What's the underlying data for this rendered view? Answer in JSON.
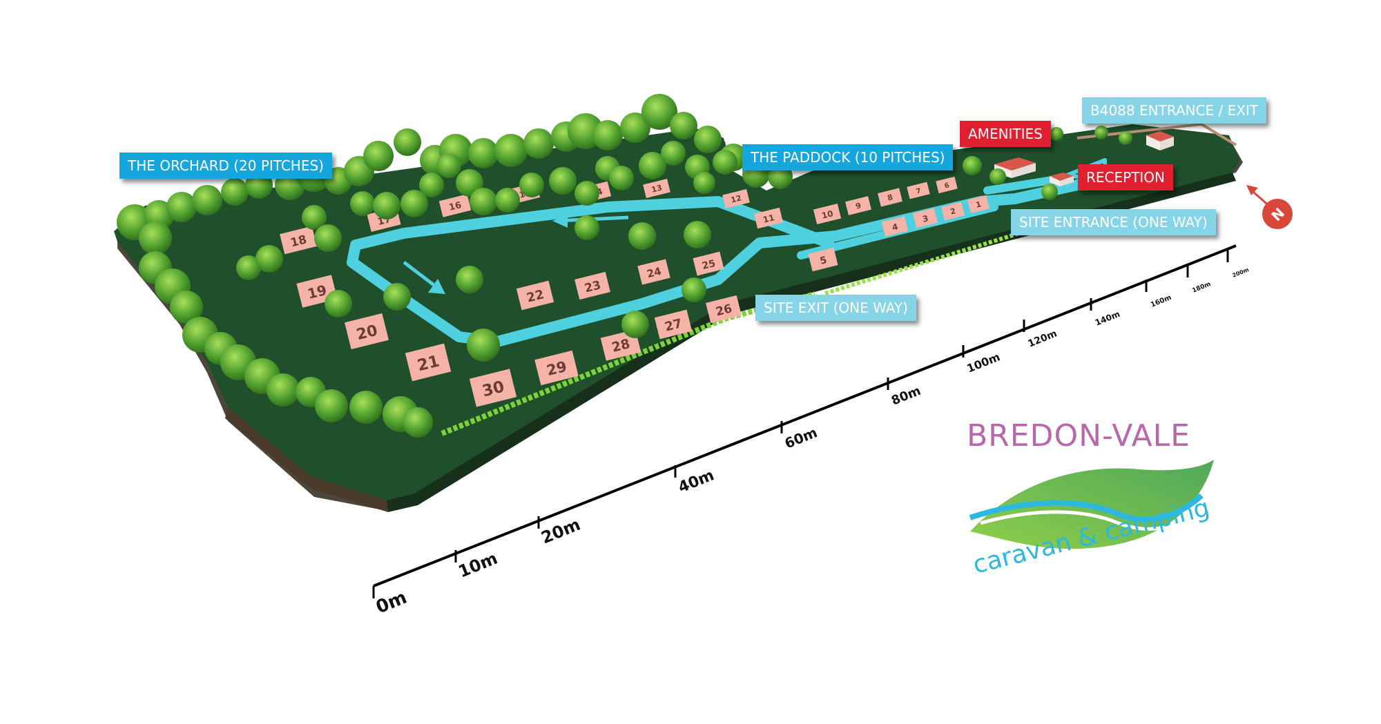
{
  "map": {
    "areas": {
      "orchard": "THE ORCHARD (20 PITCHES)",
      "paddock": "THE PADDOCK (10 PITCHES)"
    },
    "facilities": {
      "amenities": "AMENITIES",
      "reception": "RECEPTION",
      "road_access": "B4088 ENTRANCE / EXIT"
    },
    "routes": {
      "entrance": "SITE ENTRANCE (ONE WAY)",
      "exit": "SITE EXIT (ONE WAY)"
    },
    "pitches": [
      "1",
      "2",
      "3",
      "4",
      "5",
      "6",
      "7",
      "8",
      "9",
      "10",
      "11",
      "12",
      "13",
      "14",
      "15",
      "16",
      "17",
      "18",
      "19",
      "20",
      "21",
      "22",
      "23",
      "24",
      "25",
      "26",
      "27",
      "28",
      "29",
      "30"
    ],
    "compass": "N",
    "scale_labels": [
      "0m",
      "10m",
      "20m",
      "40m",
      "60m",
      "80m",
      "100m",
      "120m",
      "140m",
      "160m",
      "180m",
      "200m"
    ],
    "colors": {
      "grass": "#1f4f2b",
      "road": "#4fd0de",
      "pitch": "#f4b3a6",
      "callout_blue": "#14a6dc",
      "callout_lightblue": "#86d4e8",
      "callout_red": "#e0202e",
      "compass": "#d9473a"
    }
  },
  "logo": {
    "title": "BREDON-VALE",
    "subtitle": "caravan & camping",
    "colors": {
      "title": "#b867ab",
      "leaf": "#7cc24a",
      "water": "#2db8e0"
    }
  }
}
